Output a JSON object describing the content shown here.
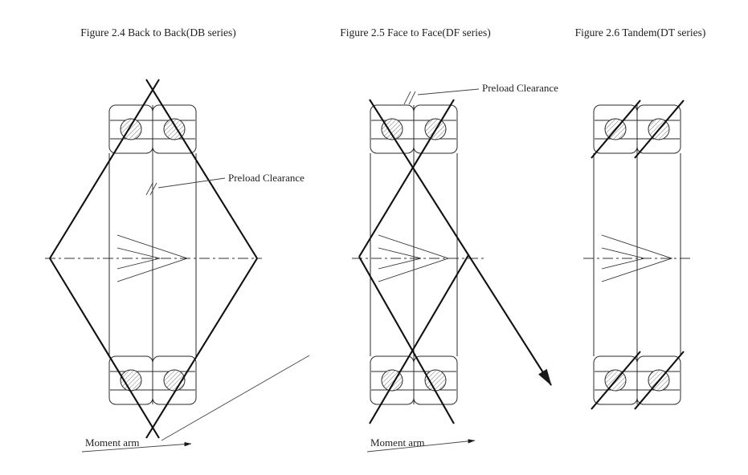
{
  "page": {
    "background": "#ffffff",
    "line_color": "#2a2a2a",
    "contact_line_color": "#111111"
  },
  "figures": [
    {
      "id": "db",
      "title": "Figure 2.4 Back to Back(DB series)",
      "labels": {
        "preload": "Preload Clearance",
        "moment": "Moment arm"
      }
    },
    {
      "id": "df",
      "title": "Figure 2.5 Face to Face(DF series)",
      "labels": {
        "preload": "Preload Clearance",
        "moment": "Moment arm"
      }
    },
    {
      "id": "dt",
      "title": "Figure 2.6 Tandem(DT series)"
    }
  ]
}
